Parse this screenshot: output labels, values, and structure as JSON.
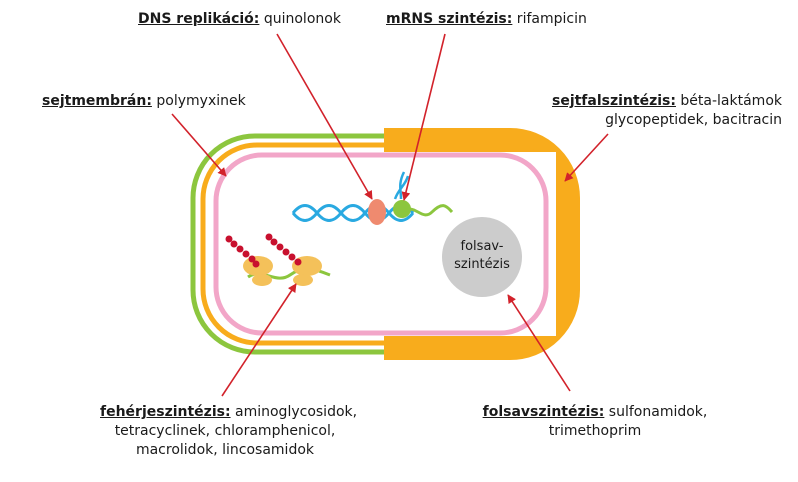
{
  "colors": {
    "wall": "#f8ac1c",
    "outer_membrane": "#8cc63e",
    "inner_membrane": "#f2a6c8",
    "arrow": "#d2222b",
    "dna": "#29a9e1",
    "ribosome": "#f4c15a",
    "peptide": "#c8102e",
    "mrna": "#8cc63e",
    "replication_enzyme": "#ef8a6f",
    "rna_polymerase": "#8cc63e",
    "folate_circle": "#cccccc"
  },
  "labels": {
    "dna": {
      "title": "DNS replikáció:",
      "text": " quinolonok"
    },
    "mrna": {
      "title": "mRNS szintézis:",
      "text": " rifampicin"
    },
    "membrane": {
      "title": "sejtmembrán:",
      "text": " polymyxinek"
    },
    "cellwall": {
      "title": "sejtfalszintézis:",
      "line1": " béta-laktámok",
      "line2": "glycopeptidek, bacitracin"
    },
    "protein": {
      "title": "fehérjeszintézis:",
      "line1": " aminoglycosidok,",
      "line2": "tetracyclinek, chloramphenicol,",
      "line3": "macrolidok, lincosamidok"
    },
    "folate": {
      "title": "folsavszintézis:",
      "line1": " sulfonamidok,",
      "line2": "trimethoprim"
    },
    "circle": {
      "line1": "folsav-",
      "line2": "szintézis"
    }
  }
}
